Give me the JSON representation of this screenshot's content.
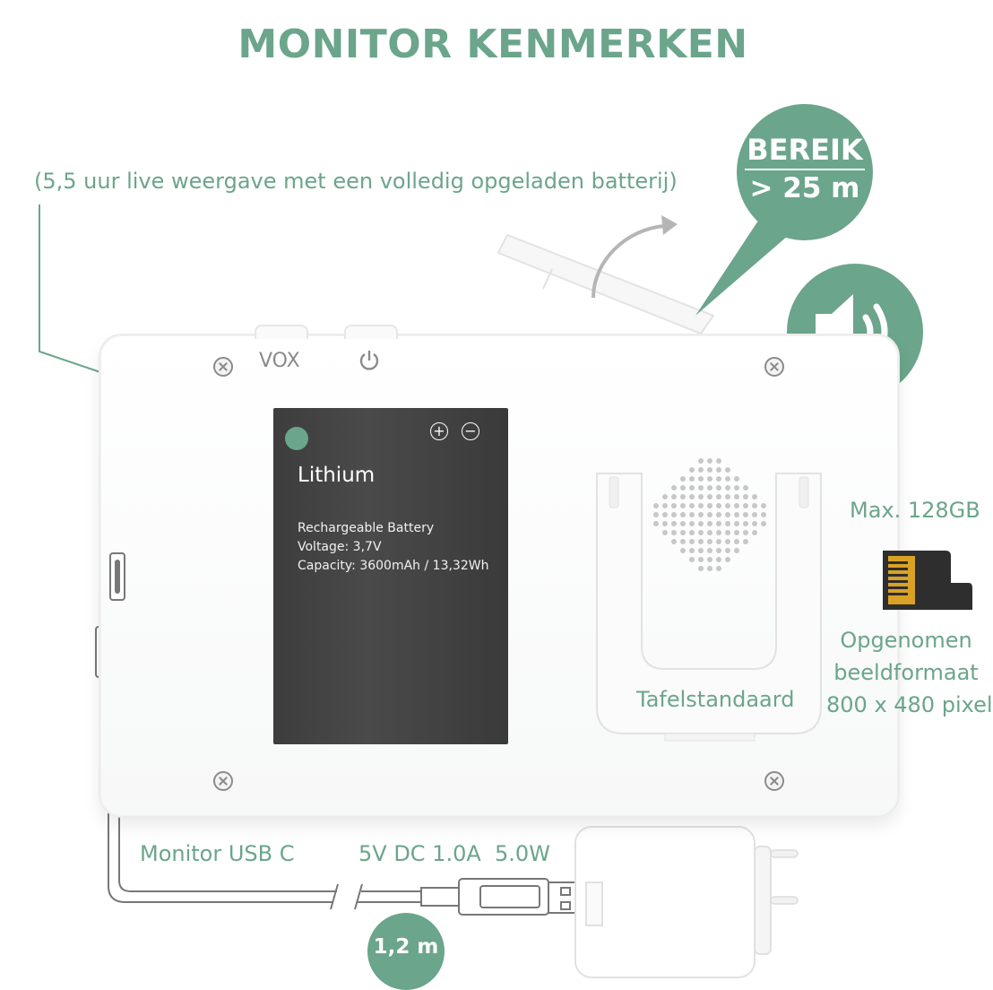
{
  "title": "MONITOR KENMERKEN",
  "battery_note": "(5,5 uur live weergave met een volledig opgeladen batterij)",
  "range_badge": {
    "title": "BEREIK",
    "value": "> 25 m"
  },
  "buttons": {
    "vox_label": "VOX"
  },
  "battery": {
    "title": "Lithium",
    "line1": "Rechargeable Battery",
    "line2": "Voltage: 3,7V",
    "line3": "Capacity: 3600mAh / 13,32Wh"
  },
  "stand_label": "Tafelstandaard",
  "sd": {
    "max": "Max. 128GB"
  },
  "recorded_format": {
    "line1": "Opgenomen",
    "line2": "beeldformaat",
    "line3": "800 x 480 pixel"
  },
  "cable": {
    "usb_label": "Monitor USB C",
    "power_label": "5V DC 1.0A  5.0W",
    "length": "1,2 m"
  },
  "colors": {
    "accent": "#6ba58b"
  },
  "icons": [
    "speaker-icon",
    "power-icon",
    "plus-icon",
    "minus-icon",
    "screw-icon",
    "usb-c-port-icon",
    "microsd-card-icon",
    "power-adapter-icon"
  ]
}
